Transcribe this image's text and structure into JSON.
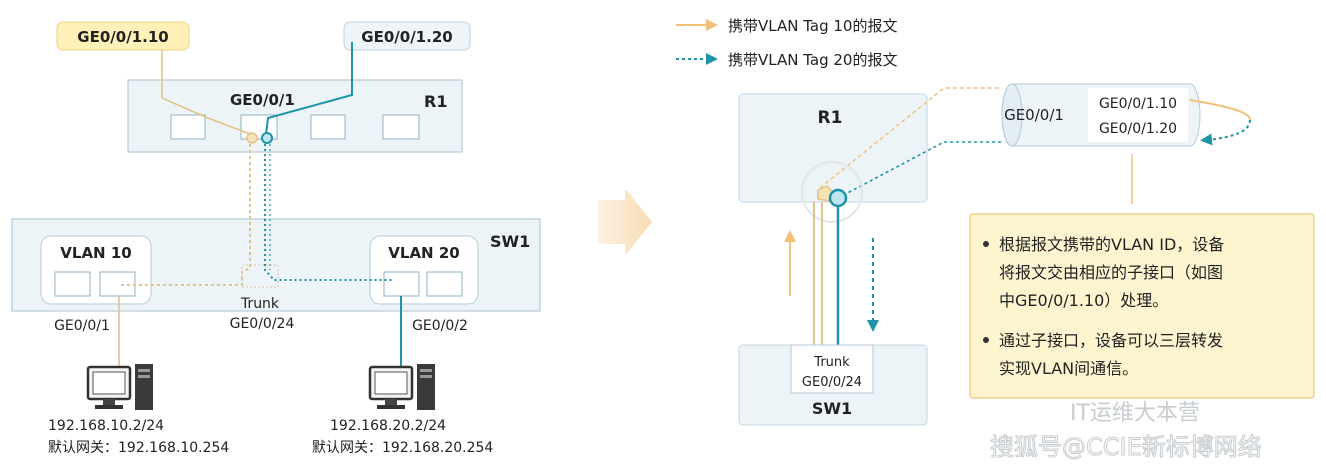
{
  "colors": {
    "vlan10": "#e2c28a",
    "vlan20": "#1e94a8",
    "device_fill": "#edf4f8",
    "device_stroke": "#b4cad8",
    "note_fill": "#fdf5cf",
    "note_border": "#e9c87a",
    "label_yellow": "#fff1b8",
    "arrow_orange": "#f1c98a",
    "text": "#222222"
  },
  "left": {
    "callout_vlan10": "GE0/0/1.10",
    "callout_vlan20": "GE0/0/1.20",
    "router": {
      "name": "R1",
      "port": "GE0/0/1"
    },
    "switch": {
      "name": "SW1",
      "vlan10_label": "VLAN 10",
      "vlan20_label": "VLAN 20",
      "trunk_label": "Trunk",
      "trunk_port": "GE0/0/24",
      "port_left": "GE0/0/1",
      "port_right": "GE0/0/2"
    },
    "host1": {
      "ip": "192.168.10.2/24",
      "gateway": "默认网关：192.168.10.254"
    },
    "host2": {
      "ip": "192.168.20.2/24",
      "gateway": "默认网关：192.168.20.254"
    }
  },
  "right": {
    "legend": {
      "vlan10": "携带VLAN Tag 10的报文",
      "vlan20": "携带VLAN Tag 20的报文"
    },
    "router_name": "R1",
    "interface": "GE0/0/1",
    "sub_interfaces": [
      "GE0/0/1.10",
      "GE0/0/1.20"
    ],
    "trunk_label": "Trunk",
    "trunk_port": "GE0/0/24",
    "switch_name": "SW1",
    "notes": [
      [
        "根据报文携带的VLAN ID，设备",
        "将报文交由相应的子接口（如图",
        "中GE0/0/1.10）处理。"
      ],
      [
        "通过子接口，设备可以三层转发",
        "实现VLAN间通信。"
      ]
    ]
  },
  "watermark": {
    "line1": "IT运维大本营",
    "line2": "搜狐号@CCIE新标博网络"
  }
}
